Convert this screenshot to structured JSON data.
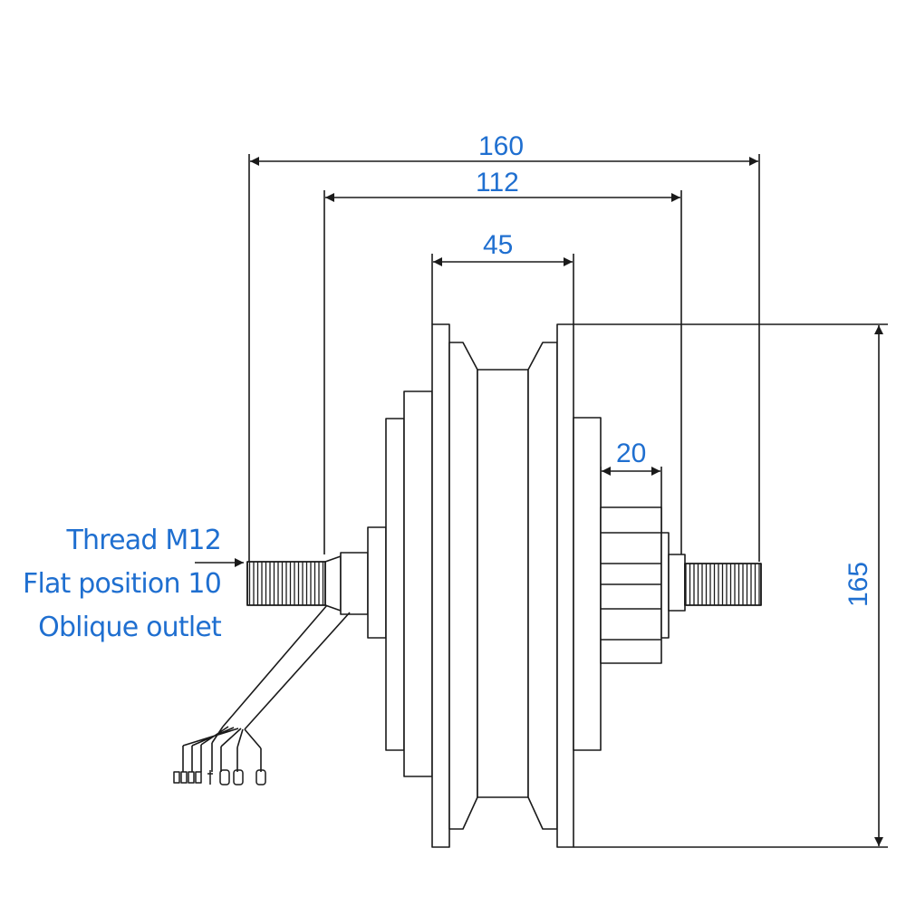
{
  "colors": {
    "label": "#1f6fd0",
    "line": "#1a1a1a"
  },
  "dimensions": {
    "overall_width": "160",
    "mounting_width": "112",
    "rim_width": "45",
    "step_width": "20",
    "diameter": "165"
  },
  "notes": [
    "Thread M12",
    "Flat position 10",
    "Oblique outlet"
  ]
}
